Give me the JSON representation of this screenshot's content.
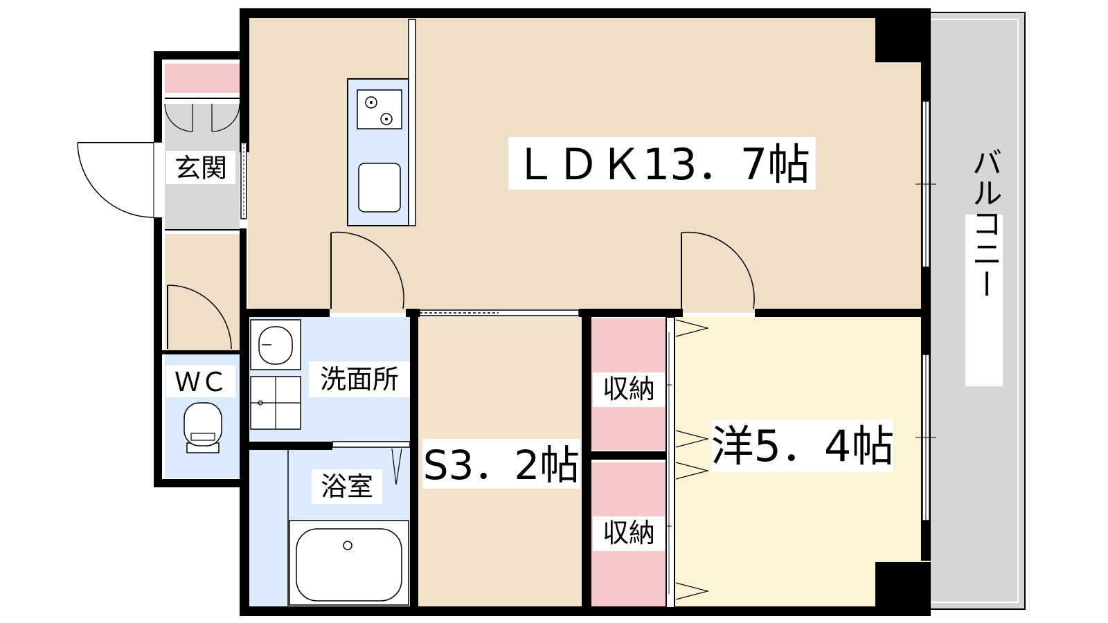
{
  "rooms": {
    "ldk": "ＬＤＫ13．7帖",
    "western": "洋5．4帖",
    "service": "S3．2帖",
    "storage_upper": "収納",
    "storage_lower": "収納",
    "bath": "浴室",
    "washroom": "洗面所",
    "entrance": "玄関",
    "wc": "ＷＣ",
    "balcony": "バルコニー"
  },
  "colors": {
    "wall": "#000000",
    "ldk_floor": "#efdfc8",
    "western_floor": "#fdf3d6",
    "service_floor": "#f1e2cc",
    "storage_floor": "#f7c6c6",
    "wet_area": "#dcebfb",
    "entrance_floor": "#d8d8d8",
    "balcony_floor": "#d6d6d6",
    "shoe_cabinet": "#f7c6c6"
  }
}
